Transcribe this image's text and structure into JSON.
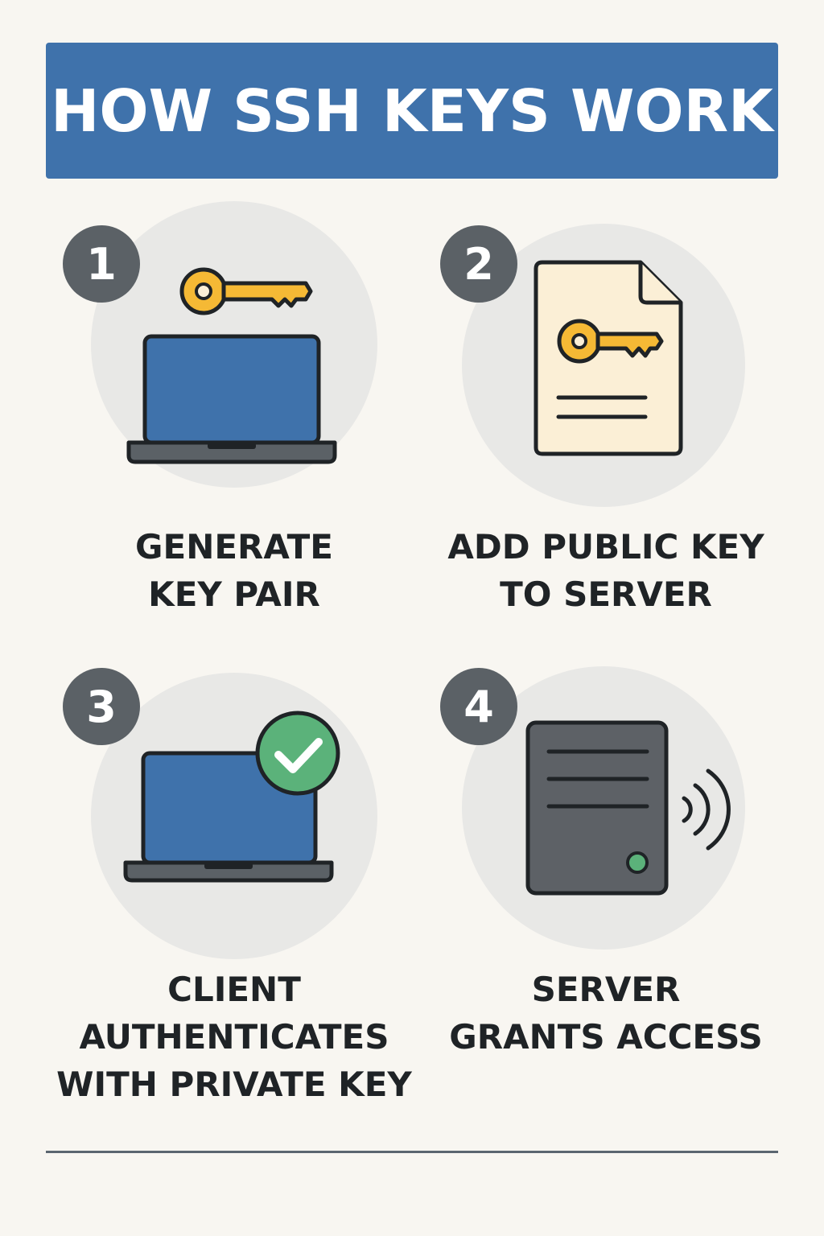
{
  "header": {
    "title": "HOW SSH KEYS WORK"
  },
  "steps": [
    {
      "number": "1",
      "caption_lines": [
        "GENERATE",
        "KEY PAIR"
      ],
      "icons": [
        "laptop-icon",
        "key-icon"
      ]
    },
    {
      "number": "2",
      "caption_lines": [
        "ADD PUBLIC KEY",
        "TO SERVER"
      ],
      "icons": [
        "document-icon",
        "key-icon"
      ]
    },
    {
      "number": "3",
      "caption_lines": [
        "CLIENT",
        "AUTHENTICATES",
        "WITH PRIVATE KEY"
      ],
      "icons": [
        "laptop-icon",
        "check-icon"
      ]
    },
    {
      "number": "4",
      "caption_lines": [
        "SERVER",
        "GRANTS ACCESS"
      ],
      "icons": [
        "server-icon",
        "signal-icon"
      ]
    }
  ],
  "colors": {
    "banner": "#3f72ab",
    "badge": "#5b6166",
    "screen": "#3f72ab",
    "key": "#f5b935",
    "check": "#5bb27a",
    "document": "#fbefd6",
    "server": "#5d6166"
  }
}
